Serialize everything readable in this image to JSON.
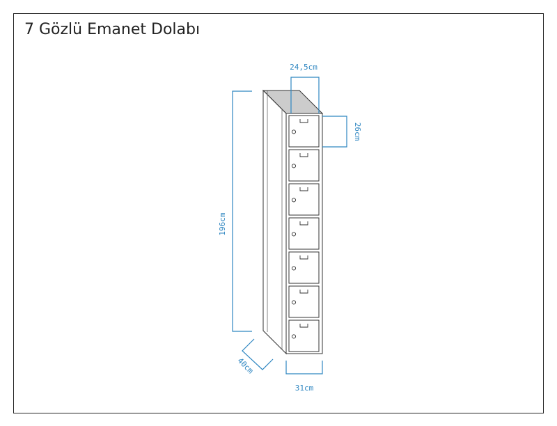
{
  "title": "7 Gözlü Emanet Dolabı",
  "compartments": 7,
  "dimensions": {
    "compartment_width": "24,5cm",
    "compartment_height": "26cm",
    "total_height": "196cm",
    "depth": "40cm",
    "width": "31cm"
  },
  "colors": {
    "dimension": "#2e86c1",
    "outline": "#333333",
    "top_face": "#cccccc"
  }
}
